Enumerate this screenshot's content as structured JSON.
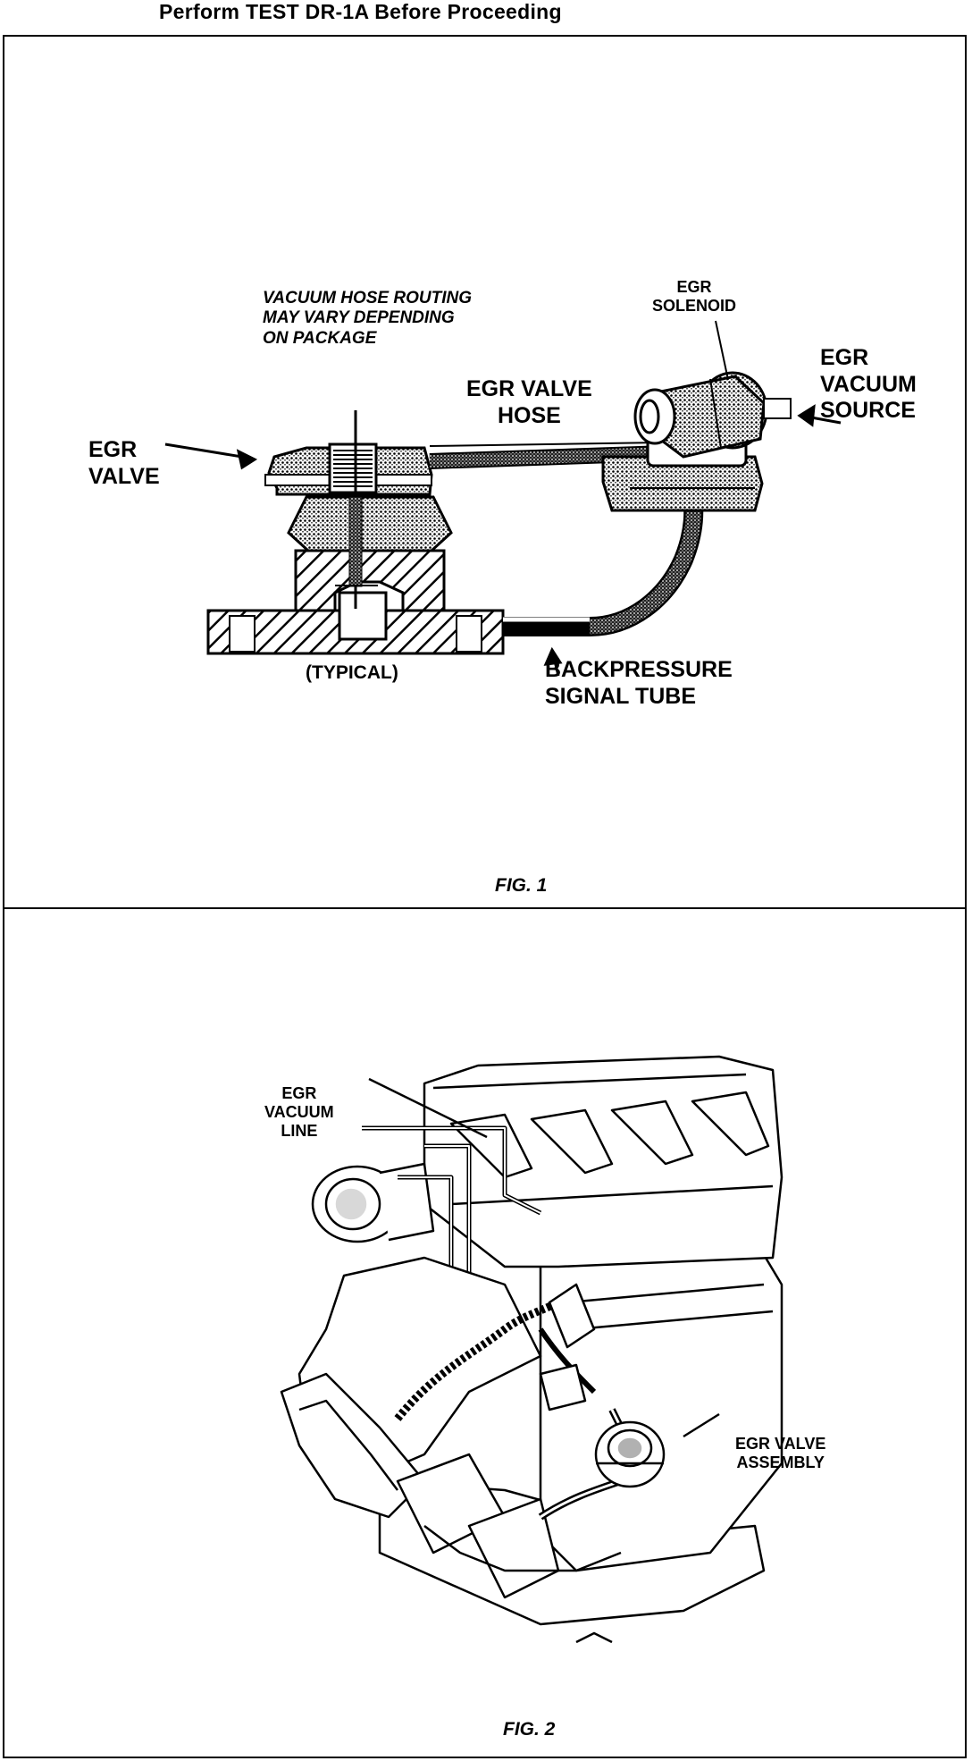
{
  "header": {
    "title": "Perform TEST DR-1A Before Proceeding"
  },
  "figure1": {
    "caption": "FIG. 1",
    "note": "VACUUM HOSE ROUTING\nMAY VARY DEPENDING\nON PACKAGE",
    "labels": {
      "egr_solenoid": "EGR\nSOLENOID",
      "egr_vacuum_source": "EGR\nVACUUM\nSOURCE",
      "egr_valve_hose": "EGR VALVE\nHOSE",
      "egr_valve": "EGR\nVALVE",
      "typical": "(TYPICAL)",
      "backpressure_signal_tube": "BACKPRESSURE\nSIGNAL TUBE"
    }
  },
  "figure2": {
    "caption": "FIG. 2",
    "labels": {
      "egr_vacuum_line": "EGR\nVACUUM\nLINE",
      "egr_valve_assembly": "EGR VALVE\nASSEMBLY"
    }
  }
}
